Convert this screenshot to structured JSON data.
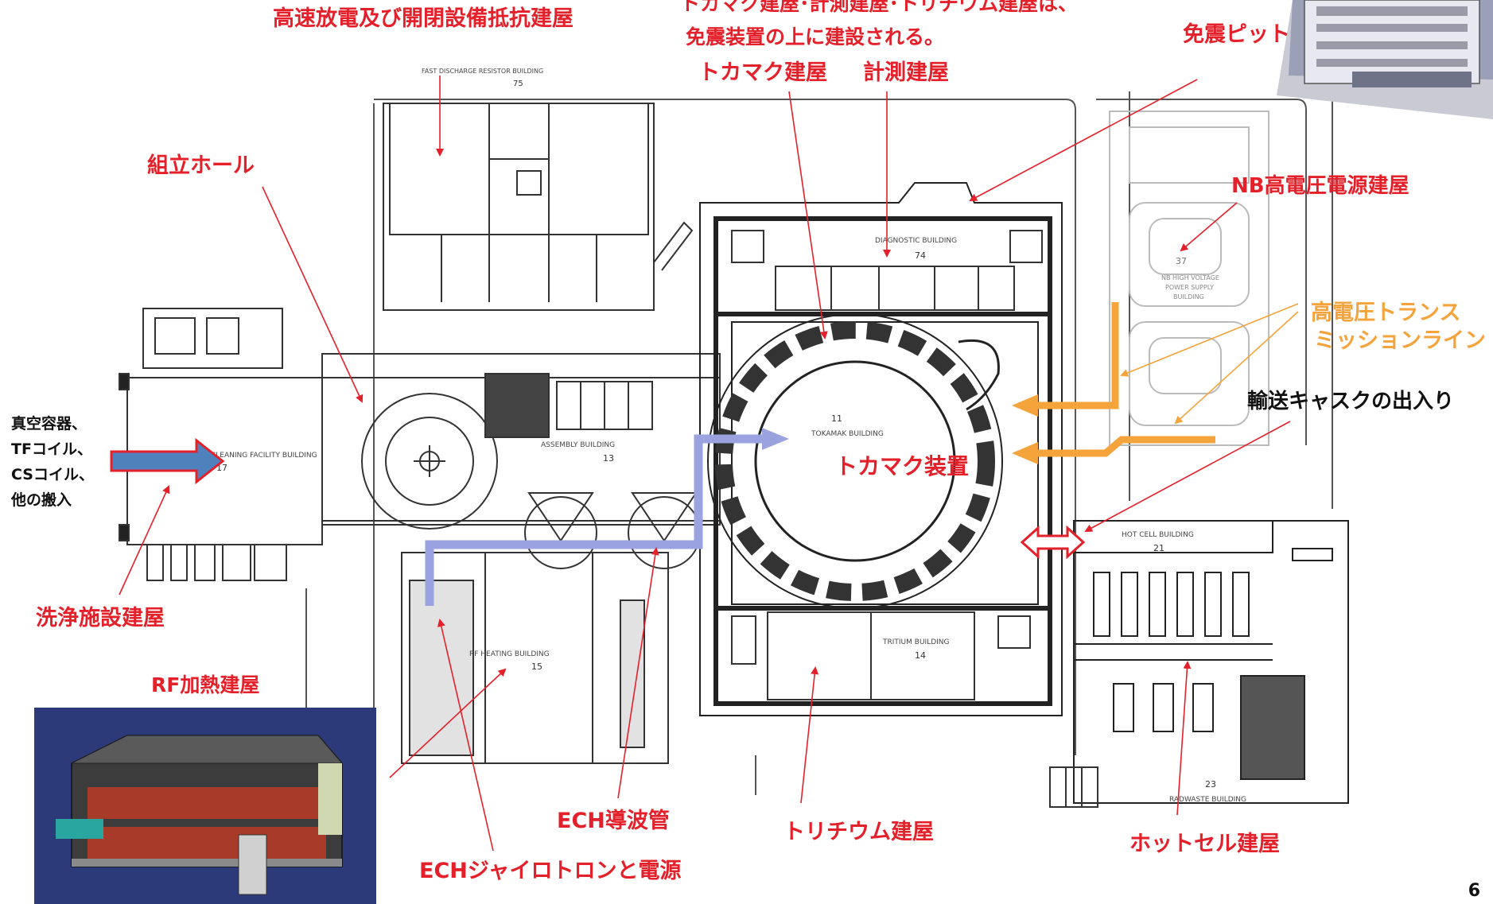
{
  "labels": {
    "high_speed_discharge": "高速放電及び開閉設備抵抗建屋",
    "seismic_note_line1": "トカマク建屋･計測建屋･トリチウム建屋は、",
    "seismic_note_line2": "免震装置の上に建設される。",
    "seismic_pit": "免震ピット",
    "tokamak_building": "トカマク建屋",
    "diagnostic_building": "計測建屋",
    "assembly_hall": "組立ホール",
    "nb_hv_power": "NB高電圧電源建屋",
    "hv_transmission_line1": "高電圧トランス",
    "hv_transmission_line2": "ミッションライン",
    "cask_transport": "輸送キャスクの出入り",
    "delivery_line1": "真空容器、",
    "delivery_line2": "TFコイル、",
    "delivery_line3": "CSコイル、",
    "delivery_line4": "他の搬入",
    "tokamak_device": "トカマク装置",
    "cleaning_facility": "洗浄施設建屋",
    "rf_heating": "RF加熱建屋",
    "ech_waveguide": "ECH導波管",
    "tritium_building": "トリチウム建屋",
    "hot_cell_building": "ホットセル建屋",
    "ech_gyrotron": "ECHジャイロトロンと電源"
  },
  "plan_text": {
    "b75_name": "FAST DISCHARGE RESISTOR BUILDING",
    "b75_num": "75",
    "b74_name": "DIAGNOSTIC BUILDING",
    "b74_num": "74",
    "b37_name_line1": "NB HIGH VOLTAGE",
    "b37_name_line2": "POWER SUPPLY",
    "b37_name_line3": "BUILDING",
    "b37_num": "37",
    "b11_num": "11",
    "b11_name": "TOKAMAK BUILDING",
    "b13_name": "ASSEMBLY BUILDING",
    "b13_num": "13",
    "b17_name": "CLEANING FACILITY BUILDING",
    "b17_num": "17",
    "b21_name": "HOT CELL BUILDING",
    "b21_num": "21",
    "b15_name": "RF HEATING BUILDING",
    "b15_num": "15",
    "b14_name": "TRITIUM BUILDING",
    "b14_num": "14",
    "b23_num": "23",
    "b23_name": "RADWASTE BUILDING"
  },
  "page_number": "6",
  "colors": {
    "label_red": "#e4202a",
    "label_orange": "#f5a33b",
    "waveguide_lavender": "#9aa2e0",
    "delivery_arrow_blue": "#4f81bd",
    "delivery_arrow_outline": "#e4202a",
    "line_gray": "#4a4a4a",
    "render_navy": "#2c3a7a"
  }
}
